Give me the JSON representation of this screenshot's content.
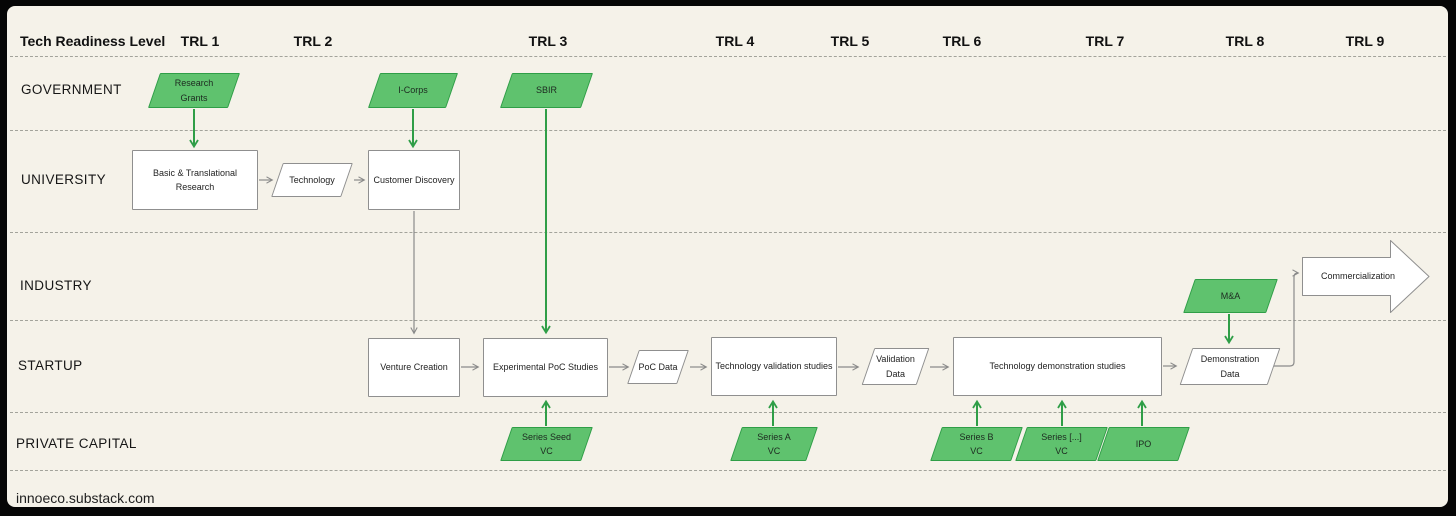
{
  "header": {
    "title": "Tech Readiness Level",
    "trl_labels": [
      "TRL 1",
      "TRL 2",
      "TRL 3",
      "TRL 4",
      "TRL 5",
      "TRL 6",
      "TRL 7",
      "TRL 8",
      "TRL 9"
    ]
  },
  "lanes": {
    "government": "GOVERNMENT",
    "university": "UNIVERSITY",
    "industry": "INDUSTRY",
    "startup": "STARTUP",
    "private_capital": "PRIVATE CAPITAL"
  },
  "nodes": {
    "research_grants": "Research\nGrants",
    "i_corps": "I-Corps",
    "sbir": "SBIR",
    "basic_translational_research": "Basic & Translational Research",
    "technology": "Technology",
    "customer_discovery": "Customer Discovery",
    "m_and_a": "M&A",
    "commercialization": "Commercialization",
    "venture_creation": "Venture Creation",
    "experimental_poc_studies": "Experimental PoC Studies",
    "poc_data": "PoC Data",
    "technology_validation_studies": "Technology validation studies",
    "validation_data": "Validation\nData",
    "technology_demonstration_studies": "Technology demonstration studies",
    "demonstration_data": "Demonstration\nData",
    "series_seed_vc": "Series Seed\nVC",
    "series_a_vc": "Series A\nVC",
    "series_b_vc": "Series B\nVC",
    "series_next_vc": "Series [...]\nVC",
    "ipo": "IPO"
  },
  "footer": {
    "site": "innoeco.substack.com"
  },
  "colors": {
    "frame": "#060606",
    "background": "#F5F2E9",
    "green_fill": "#5FC26E",
    "green_stroke": "#2F9E47",
    "shape_stroke_gray": "#8F8F8F",
    "connector_gray": "#8A8A8A",
    "dashed_line": "#A3A39B",
    "text": "#1F1F1F"
  }
}
